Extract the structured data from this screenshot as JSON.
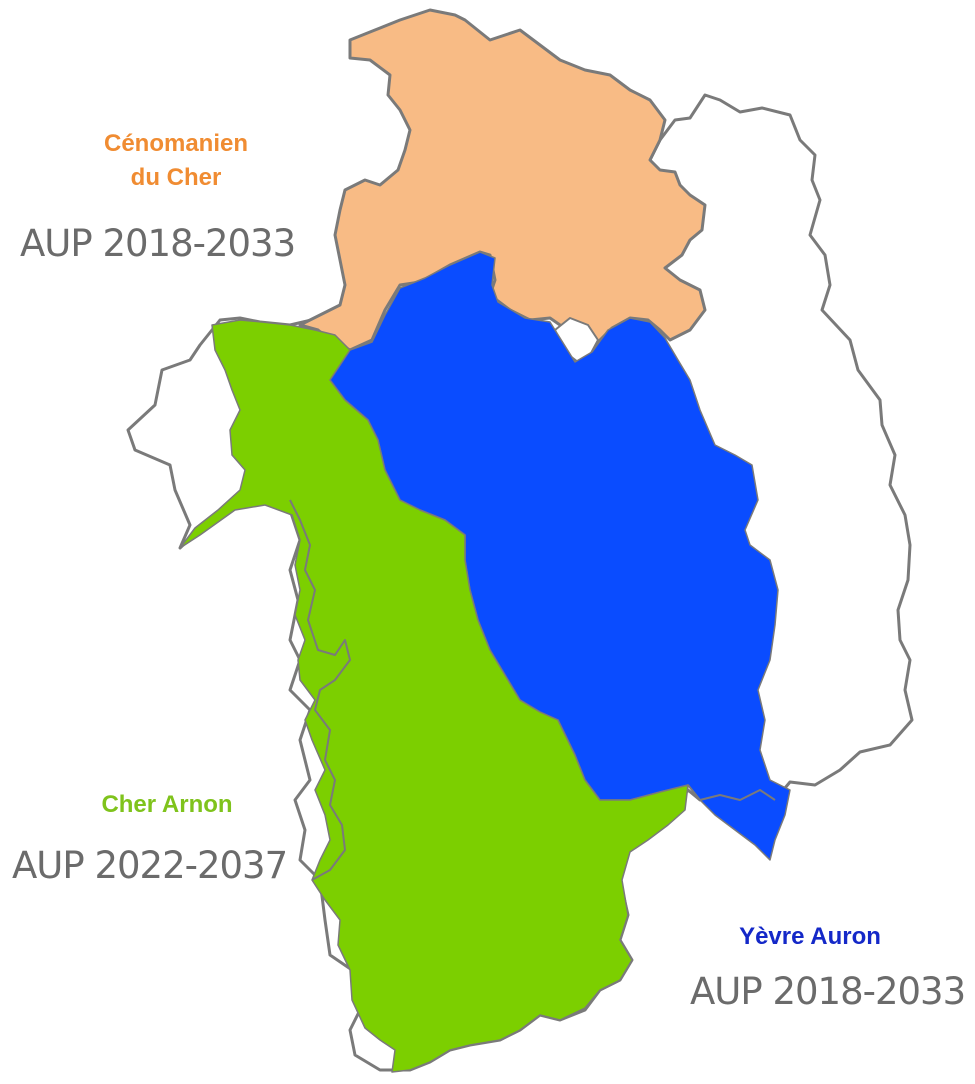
{
  "zones": {
    "cenomanien": {
      "name_line1": "Cénomanien",
      "name_line2": "du Cher",
      "aup": "AUP 2018-2033",
      "color": "#f8bb85"
    },
    "cher_arnon": {
      "name": "Cher Arnon",
      "aup": "AUP 2022-2037",
      "color": "#7ccf00"
    },
    "yevre_auron": {
      "name": "Yèvre Auron",
      "aup": "AUP 2018-2033",
      "color": "#0a4cff"
    }
  },
  "colors": {
    "border": "#7a7a7a",
    "cenomanien_label": "#f08c32",
    "cher_arnon_label": "#7fc31c",
    "yevre_auron_label": "#1428c8",
    "aup_label": "#6b6b6b"
  }
}
